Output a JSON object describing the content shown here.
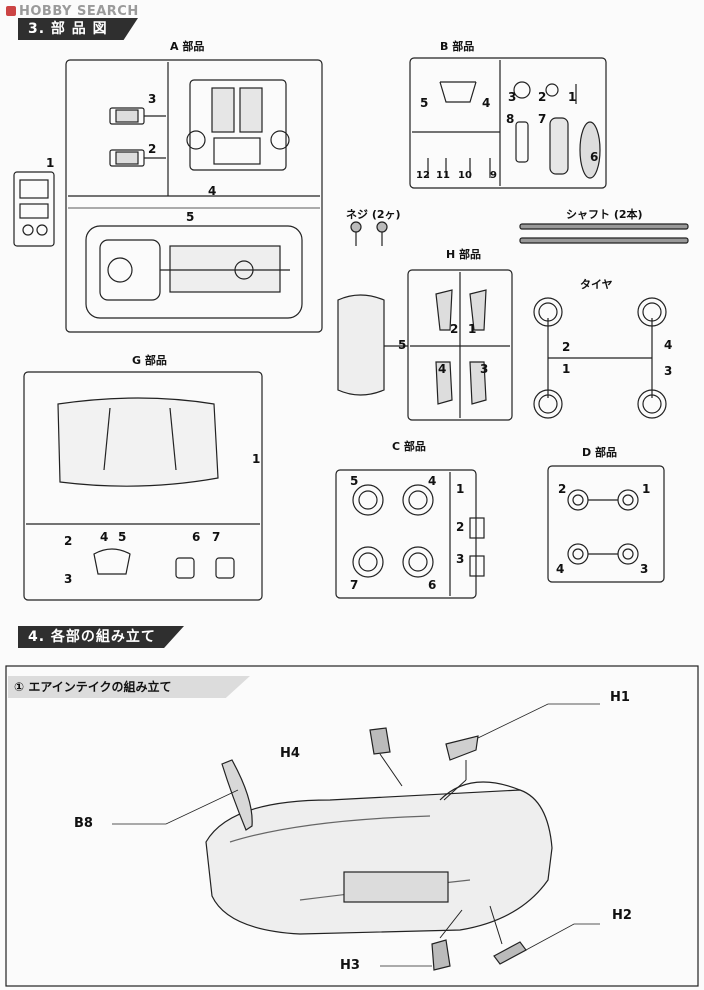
{
  "watermark": "HOBBY SEARCH",
  "section3": {
    "title": "3. 部 品 図",
    "a": {
      "label": "A 部品",
      "parts": [
        "3",
        "2",
        "1",
        "4",
        "5"
      ]
    },
    "b": {
      "label": "B 部品",
      "parts": [
        "5",
        "4",
        "3",
        "2",
        "1",
        "8",
        "7",
        "6",
        "12",
        "11",
        "10",
        "9"
      ]
    },
    "screw": "ネジ (2ヶ)",
    "shaft": "シャフト (2本)",
    "h": {
      "label": "H 部品",
      "parts": [
        "2",
        "1",
        "5",
        "4",
        "3"
      ]
    },
    "tire": {
      "label": "タイヤ",
      "parts": [
        "2",
        "1",
        "4",
        "3"
      ]
    },
    "g": {
      "label": "G 部品",
      "parts": [
        "1",
        "2",
        "3",
        "4",
        "5",
        "6",
        "7"
      ]
    },
    "c": {
      "label": "C 部品",
      "parts": [
        "5",
        "4",
        "1",
        "2",
        "3",
        "7",
        "6"
      ]
    },
    "d": {
      "label": "D 部品",
      "parts": [
        "2",
        "1",
        "4",
        "3"
      ]
    }
  },
  "section4": {
    "title": "4. 各部の組み立て",
    "step1": "① エアインテイクの組み立て",
    "callouts": [
      "H1",
      "H4",
      "B8",
      "H2",
      "H3"
    ]
  }
}
